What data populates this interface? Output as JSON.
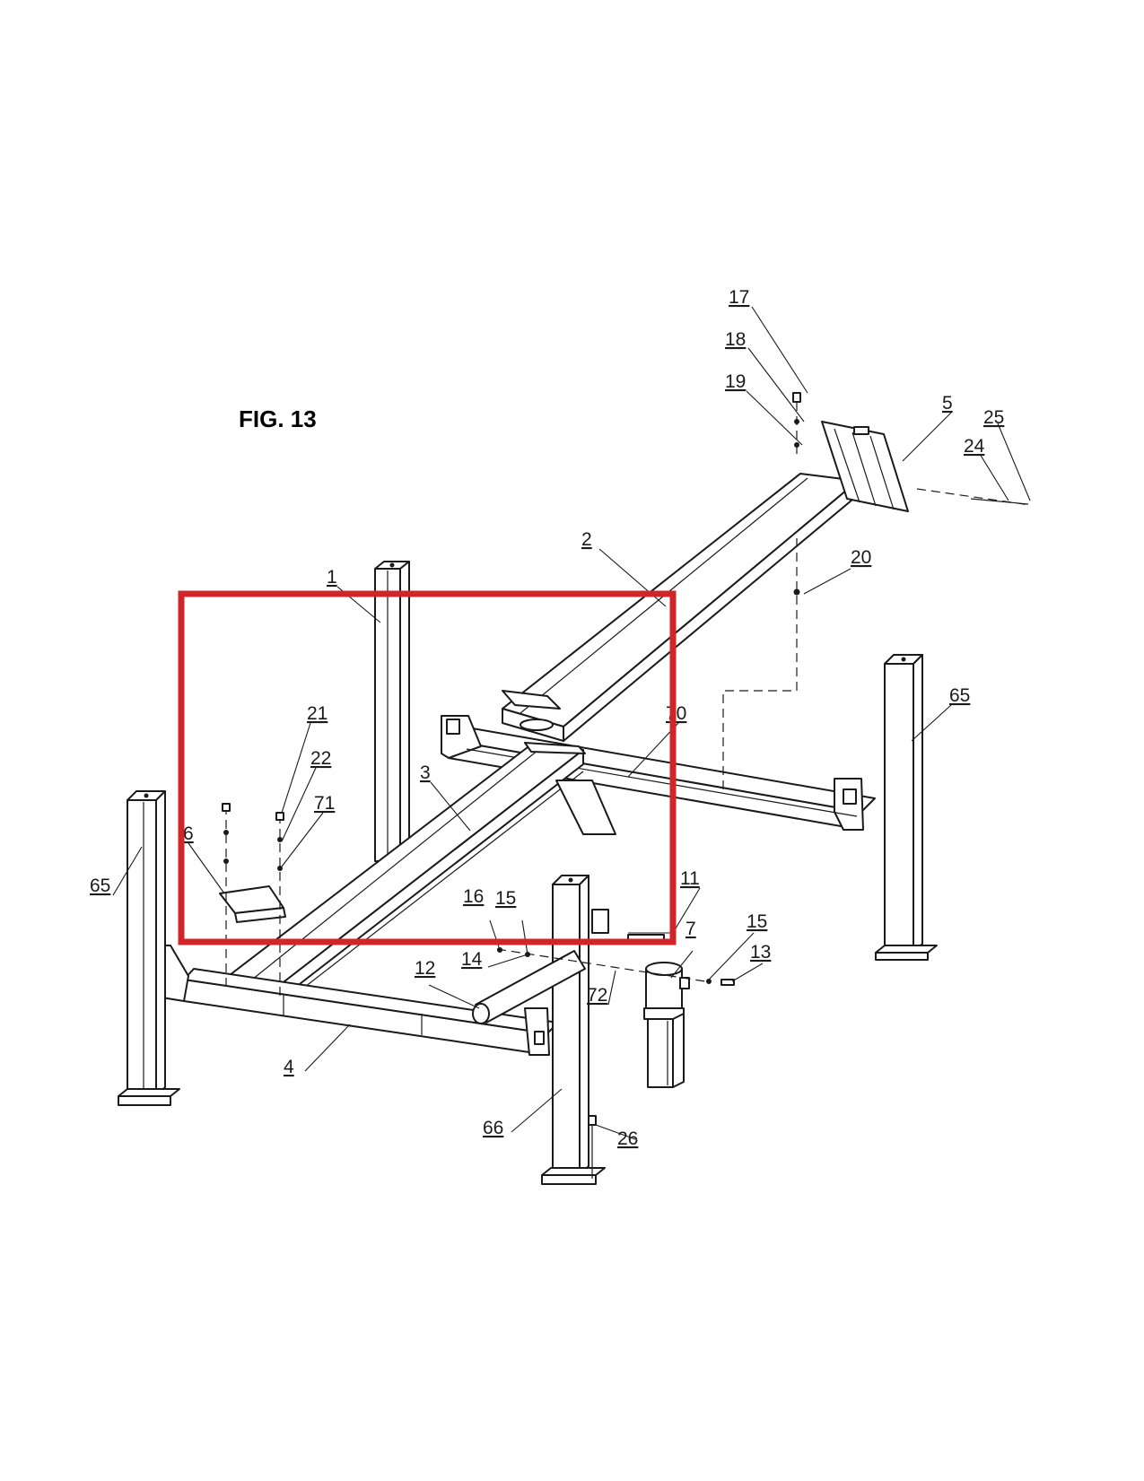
{
  "figure": {
    "title": "FIG. 13"
  },
  "highlight": {
    "color": "#d0262a"
  },
  "callouts": [
    {
      "id": "17",
      "label": "17"
    },
    {
      "id": "18",
      "label": "18"
    },
    {
      "id": "19",
      "label": "19"
    },
    {
      "id": "5",
      "label": "5"
    },
    {
      "id": "25",
      "label": "25"
    },
    {
      "id": "24",
      "label": "24"
    },
    {
      "id": "2",
      "label": "2"
    },
    {
      "id": "20",
      "label": "20"
    },
    {
      "id": "1",
      "label": "1"
    },
    {
      "id": "65a",
      "label": "65"
    },
    {
      "id": "21",
      "label": "21"
    },
    {
      "id": "70",
      "label": "70"
    },
    {
      "id": "22",
      "label": "22"
    },
    {
      "id": "3",
      "label": "3"
    },
    {
      "id": "71",
      "label": "71"
    },
    {
      "id": "6",
      "label": "6"
    },
    {
      "id": "65b",
      "label": "65"
    },
    {
      "id": "11",
      "label": "11"
    },
    {
      "id": "16",
      "label": "16"
    },
    {
      "id": "15a",
      "label": "15"
    },
    {
      "id": "7",
      "label": "7"
    },
    {
      "id": "15b",
      "label": "15"
    },
    {
      "id": "14",
      "label": "14"
    },
    {
      "id": "13",
      "label": "13"
    },
    {
      "id": "12",
      "label": "12"
    },
    {
      "id": "72",
      "label": "72"
    },
    {
      "id": "4",
      "label": "4"
    },
    {
      "id": "66",
      "label": "66"
    },
    {
      "id": "26",
      "label": "26"
    }
  ]
}
